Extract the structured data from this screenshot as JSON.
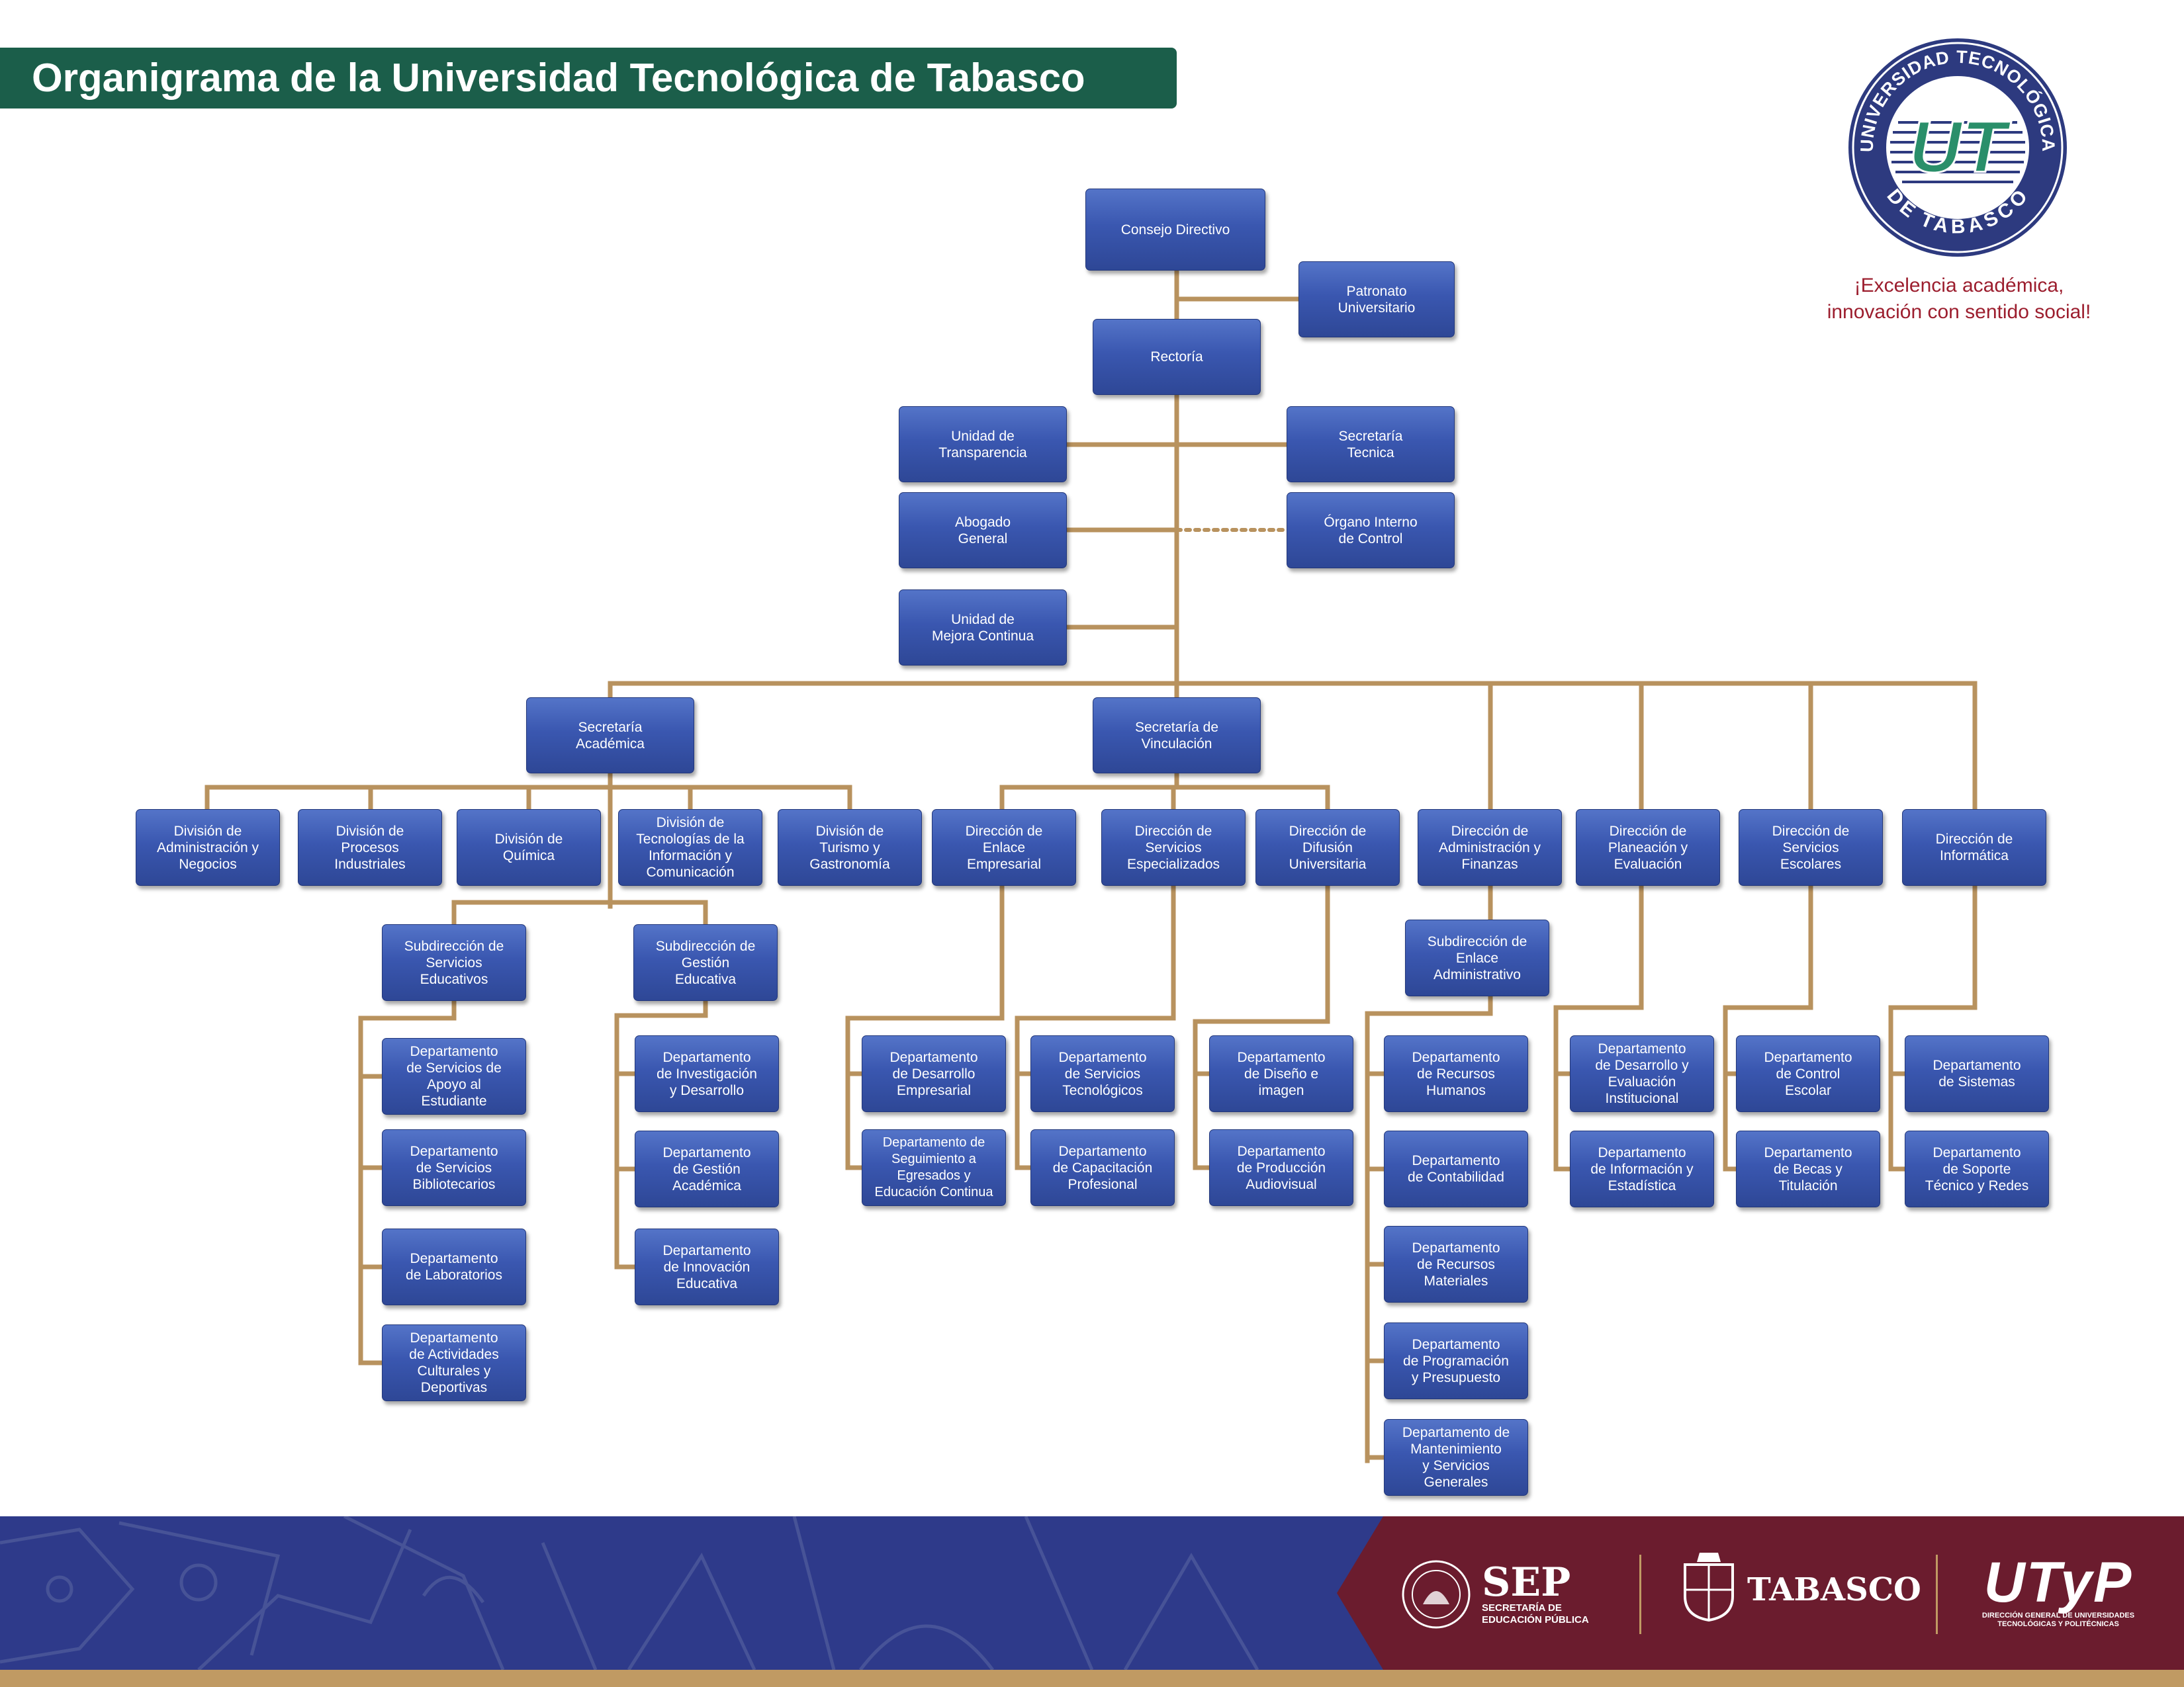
{
  "header": {
    "title": "Organigrama de la Universidad Tecnológica de Tabasco",
    "logo_top_text": "UNIVERSIDAD TECNOLÓGICA",
    "logo_bottom_text": "DE TABASCO",
    "logo_center": "UT",
    "slogan_line1": "¡Excelencia académica,",
    "slogan_line2": "innovación con sentido social!"
  },
  "colors": {
    "title_bg": "#1b5e4a",
    "box": "#3a57b0",
    "connector": "#b8925e",
    "slogan": "#9c1e2e",
    "footer_blue": "#2e3a8a",
    "footer_maroon": "#6b1c2e",
    "footer_gold": "#c09a63"
  },
  "org": {
    "consejo": "Consejo Directivo",
    "patronato": "Patronato\nUniversitario",
    "rectoria": "Rectoría",
    "transparencia": "Unidad de\nTransparencia",
    "secretaria_tecnica": "Secretaría\nTecnica",
    "abogado": "Abogado\nGeneral",
    "organo_interno": "Órgano Interno\nde Control",
    "mejora": "Unidad de\nMejora Continua",
    "sec_academica": "Secretaría\nAcadémica",
    "sec_vinculacion": "Secretaría de\nVinculación",
    "div_admin": "División de\nAdministración y\nNegocios",
    "div_procesos": "División de\nProcesos\nIndustriales",
    "div_quimica": "División de\nQuímica",
    "div_tic": "División de\nTecnologías de la\nInformación y\nComunicación",
    "div_turismo": "División de\nTurismo y\nGastronomía",
    "dir_enlace": "Dirección de\nEnlace\nEmpresarial",
    "dir_servicios_esp": "Dirección de\nServicios\nEspecializados",
    "dir_difusion": "Dirección de\nDifusión\nUniversitaria",
    "dir_admin_fin": "Dirección de\nAdministración y\nFinanzas",
    "dir_planeacion": "Dirección de\nPlaneación y\nEvaluación",
    "dir_escolares": "Dirección de\nServicios\nEscolares",
    "dir_informatica": "Dirección de\nInformática",
    "sub_serv_educ": "Subdirección de\nServicios\nEducativos",
    "sub_gestion": "Subdirección de\nGestión\nEducativa",
    "sub_enlace_admin": "Subdirección de\nEnlace\nAdministrativo",
    "dep_apoyo": "Departamento\nde Servicios de\nApoyo al\nEstudiante",
    "dep_biblio": "Departamento\nde Servicios\nBibliotecarios",
    "dep_lab": "Departamento\nde Laboratorios",
    "dep_actividades": "Departamento\nde Actividades\nCulturales y\nDeportivas",
    "dep_investigacion": "Departamento\nde Investigación\ny Desarrollo",
    "dep_gestion_acad": "Departamento\nde Gestión\nAcadémica",
    "dep_innovacion": "Departamento\nde Innovación\nEducativa",
    "dep_desarrollo_emp": "Departamento\nde Desarrollo\nEmpresarial",
    "dep_seguimiento": "Departamento de\nSeguimiento a\nEgresados y\nEducación Continua",
    "dep_serv_tec": "Departamento\nde Servicios\nTecnológicos",
    "dep_capacitacion": "Departamento\nde Capacitación\nProfesional",
    "dep_diseno": "Departamento\nde Diseño e\nimagen",
    "dep_produccion": "Departamento\nde Producción\nAudiovisual",
    "dep_rh": "Departamento\nde Recursos\nHumanos",
    "dep_contabilidad": "Departamento\nde Contabilidad",
    "dep_rm": "Departamento\nde Recursos\nMateriales",
    "dep_programacion": "Departamento\nde Programación\ny Presupuesto",
    "dep_mantenimiento": "Departamento de\nMantenimiento\ny Servicios\nGenerales",
    "dep_desarrollo_inst": "Departamento\nde Desarrollo y\nEvaluación\nInstitucional",
    "dep_info_est": "Departamento\nde Información y\nEstadística",
    "dep_control": "Departamento\nde Control\nEscolar",
    "dep_becas": "Departamento\nde Becas y\nTitulación",
    "dep_sistemas": "Departamento\nde Sistemas",
    "dep_soporte": "Departamento\nde Soporte\nTécnico y Redes"
  },
  "footer": {
    "sep": "SEP",
    "sep_sub1": "SECRETARÍA DE",
    "sep_sub2": "EDUCACIÓN PÚBLICA",
    "tabasco": "TABASCO",
    "utyp": "UTyP",
    "utyp_sub1": "DIRECCIÓN GENERAL DE UNIVERSIDADES",
    "utyp_sub2": "TECNOLÓGICAS Y POLITÉCNICAS"
  }
}
